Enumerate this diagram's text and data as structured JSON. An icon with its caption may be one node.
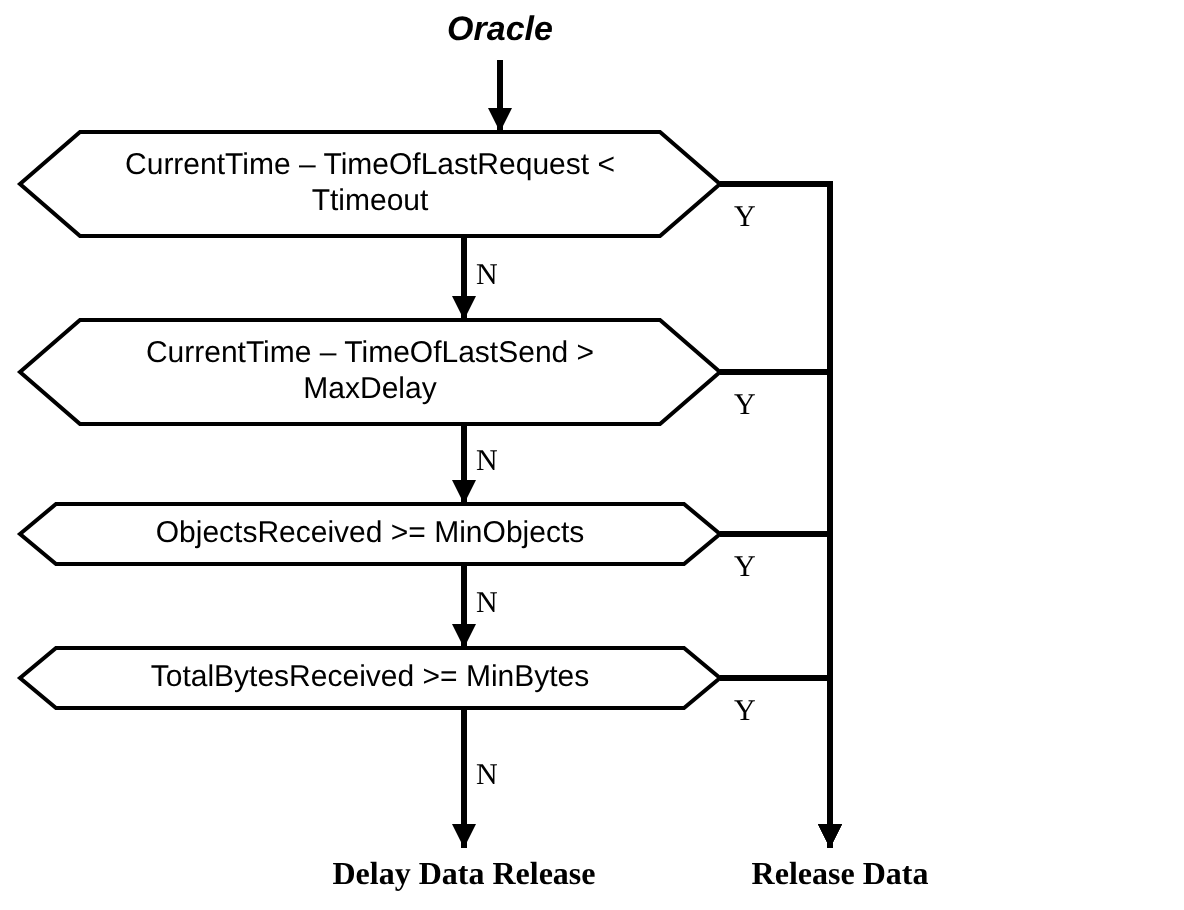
{
  "diagram": {
    "nodes": [
      {
        "text": [
          "Oracle"
        ]
      },
      {
        "text": [
          "CurrentTime – TimeOfLastRequest < Ttimeout"
        ]
      },
      {
        "text": [
          "CurrentTime – TimeOfLastSend > MaxDelay"
        ]
      },
      {
        "text": [
          "ObjectsReceived >= MinObjects"
        ]
      },
      {
        "text": [
          "TotalBytesReceived >= MinBytes"
        ]
      },
      {
        "text": [
          "Delay Data Release"
        ]
      },
      {
        "text": [
          "Release Data"
        ]
      }
    ],
    "edges": [
      {
        "from": 0,
        "to": 1,
        "arrow": "to"
      },
      {
        "from": 1,
        "to": 2,
        "arrow": "to",
        "label": "N"
      },
      {
        "from": 2,
        "to": 3,
        "arrow": "to",
        "label": "N"
      },
      {
        "from": 3,
        "to": 4,
        "arrow": "to",
        "label": "N"
      },
      {
        "from": 4,
        "to": 5,
        "arrow": "to",
        "label": "N"
      },
      {
        "from": 1,
        "to": 6,
        "arrow": "to",
        "label": "Y"
      },
      {
        "from": 2,
        "to": 6,
        "arrow": "to",
        "label": "Y"
      },
      {
        "from": 3,
        "to": 6,
        "arrow": "to",
        "label": "Y"
      },
      {
        "from": 4,
        "to": 6,
        "arrow": "to",
        "label": "Y"
      }
    ]
  }
}
